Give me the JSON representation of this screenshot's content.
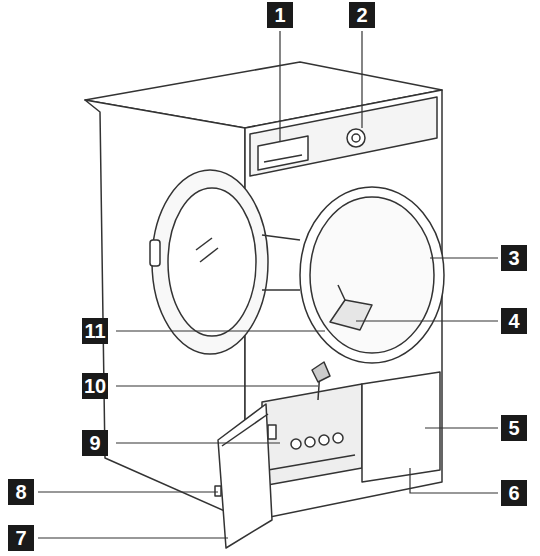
{
  "diagram": {
    "labels": [
      "1",
      "2",
      "3",
      "4",
      "5",
      "6",
      "7",
      "8",
      "9",
      "10",
      "11"
    ]
  }
}
